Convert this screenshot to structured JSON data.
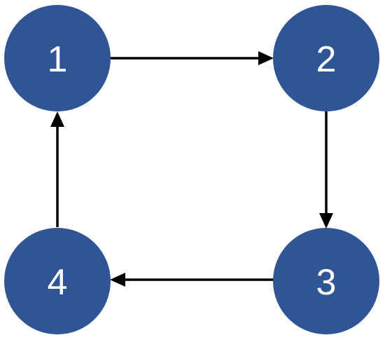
{
  "diagram": {
    "node_color": "#2f5597",
    "label_color": "#ffffff",
    "edge_color": "#000000",
    "nodes": [
      {
        "id": "n1",
        "label": "1"
      },
      {
        "id": "n2",
        "label": "2"
      },
      {
        "id": "n3",
        "label": "3"
      },
      {
        "id": "n4",
        "label": "4"
      }
    ],
    "edges": [
      {
        "from": "n1",
        "to": "n2"
      },
      {
        "from": "n2",
        "to": "n3"
      },
      {
        "from": "n3",
        "to": "n4"
      },
      {
        "from": "n4",
        "to": "n1"
      }
    ]
  }
}
